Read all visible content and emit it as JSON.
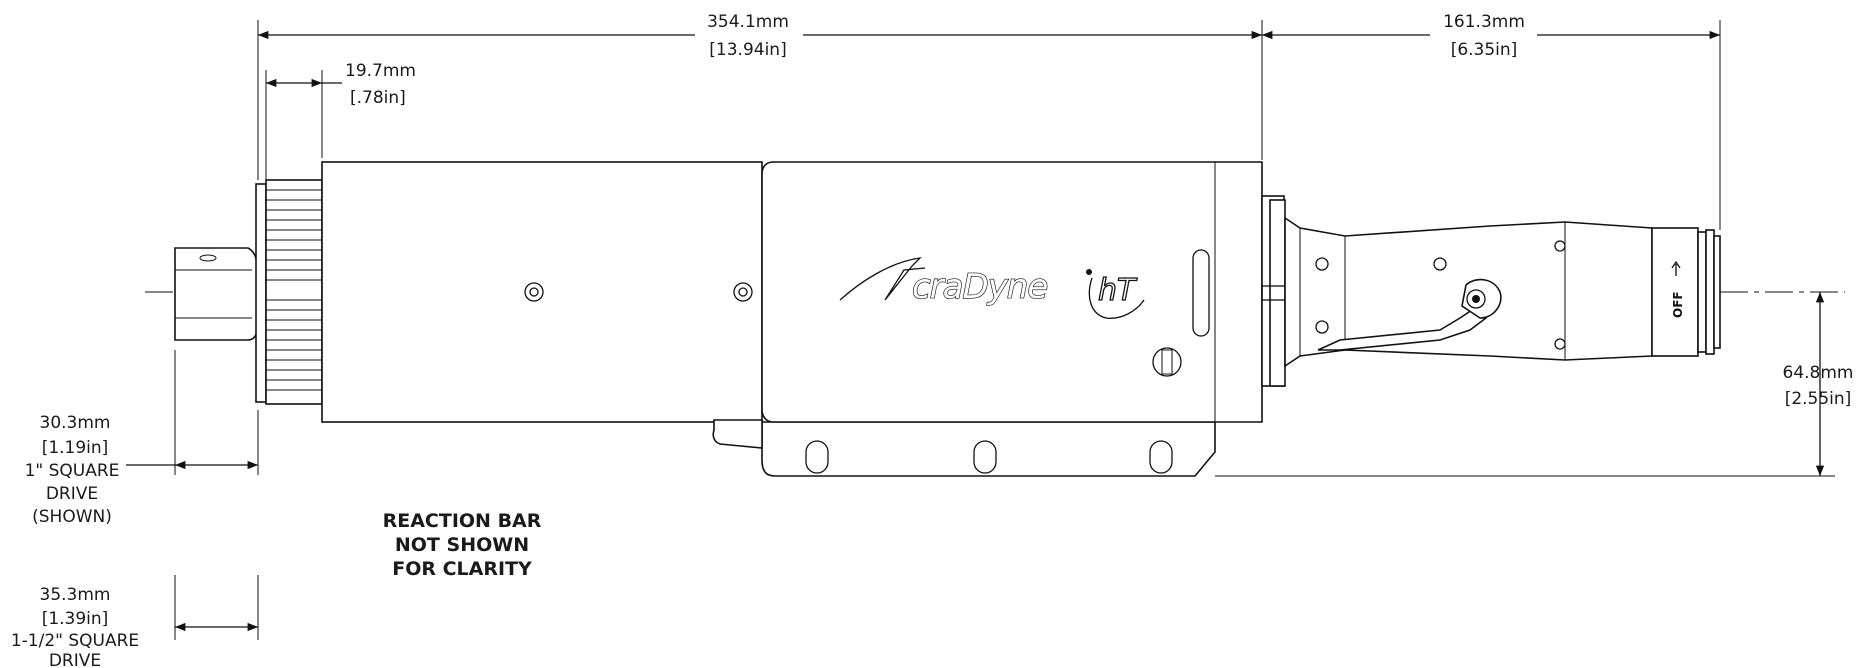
{
  "dimensions": {
    "overall_length": {
      "mm": "354.1mm",
      "in": "[13.94in]"
    },
    "handle_length": {
      "mm": "161.3mm",
      "in": "[6.35in]"
    },
    "nut_width": {
      "mm": "19.7mm",
      "in": "[.78in]"
    },
    "height_to_axis": {
      "mm": "64.8mm",
      "in": "[2.55in]"
    },
    "drive_1in": {
      "mm": "30.3mm",
      "in": "[1.19in]",
      "label_1": "1\" SQUARE",
      "label_2": "DRIVE",
      "label_3": "(SHOWN)"
    },
    "drive_1_5in": {
      "mm": "35.3mm",
      "in": "[1.39in]",
      "label_1": "1-1/2\" SQUARE",
      "label_2": "DRIVE"
    }
  },
  "notes": {
    "reaction_bar_1": "REACTION BAR",
    "reaction_bar_2": "NOT SHOWN",
    "reaction_bar_3": "FOR CLARITY"
  },
  "logo": {
    "brand": "AcraDyne",
    "brand_rest": "craDyne",
    "model": "hT"
  },
  "switch_label": "OFF"
}
